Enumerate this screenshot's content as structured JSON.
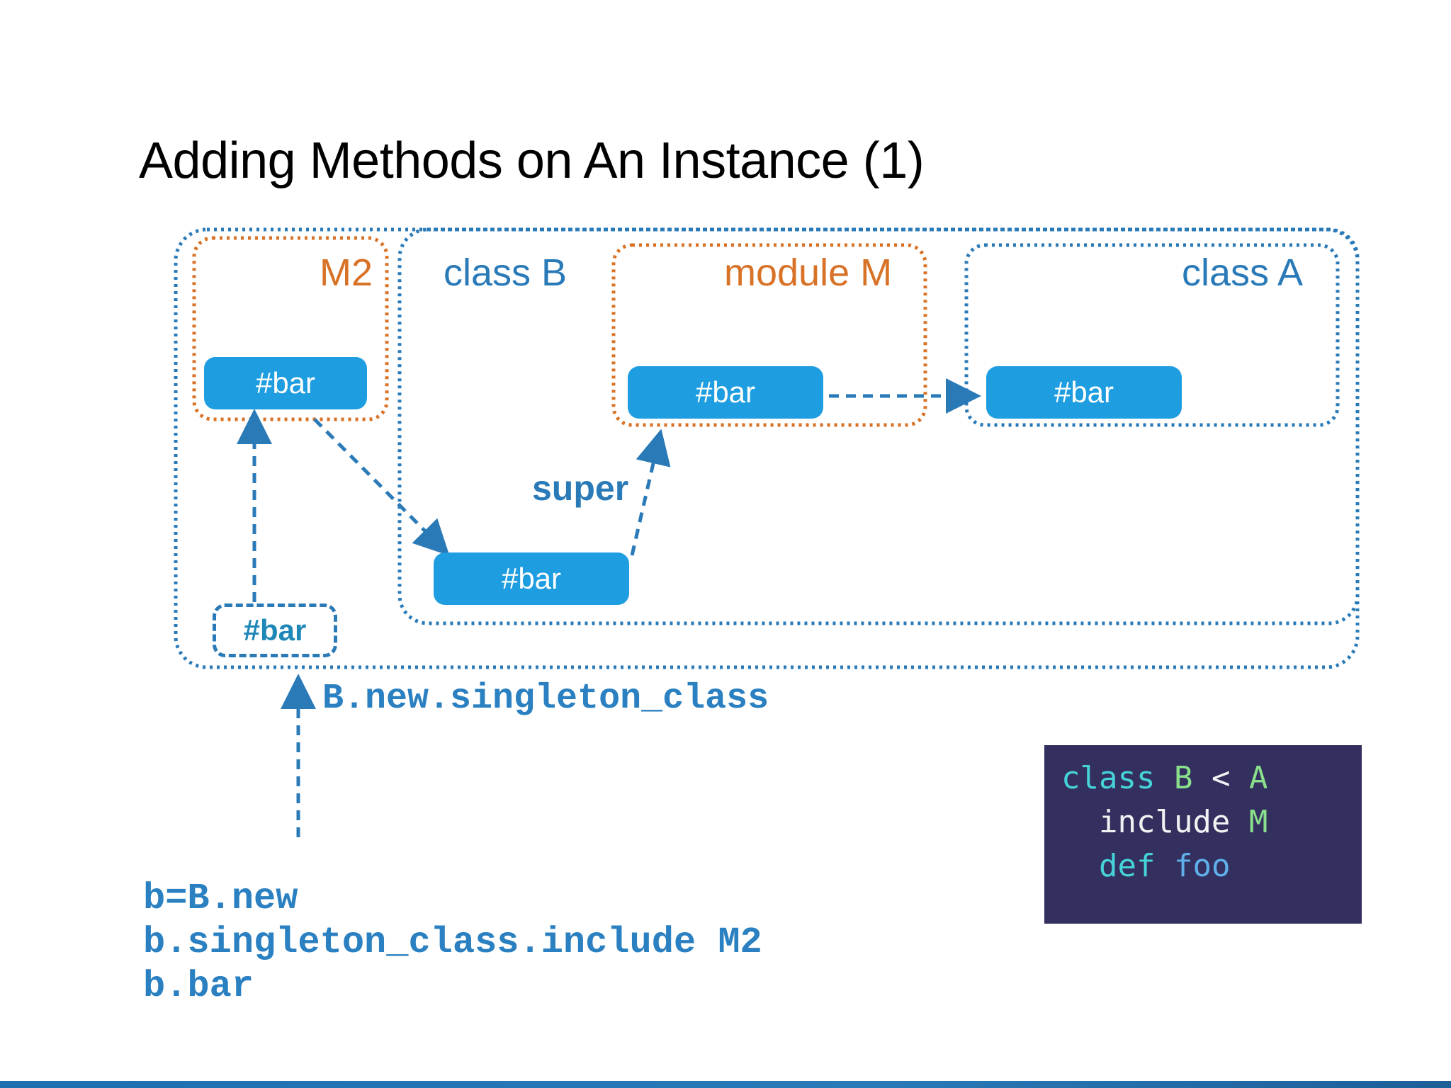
{
  "title": "Adding Methods on An Instance (1)",
  "boxes": {
    "m2": "M2",
    "class_b": "class B",
    "module_m": "module M",
    "class_a": "class A"
  },
  "method_name": "#bar",
  "singleton_method_name": "#bar",
  "arrow_label_super": "super",
  "singleton_label": "B.new.singleton_class",
  "code_lines": [
    "b=B.new",
    "b.singleton_class.include M2",
    "b.bar"
  ],
  "code_panel": {
    "line1": {
      "kw": "class",
      "a": "B",
      "op": "<",
      "b": "A"
    },
    "line2": {
      "kw": "include",
      "name": "M"
    },
    "line3": {
      "kw": "def",
      "name": "foo"
    }
  },
  "colors": {
    "blue": "#2a7ab8",
    "orange": "#d87227",
    "method_fill": "#1e9de0",
    "code_bg": "#333060"
  }
}
